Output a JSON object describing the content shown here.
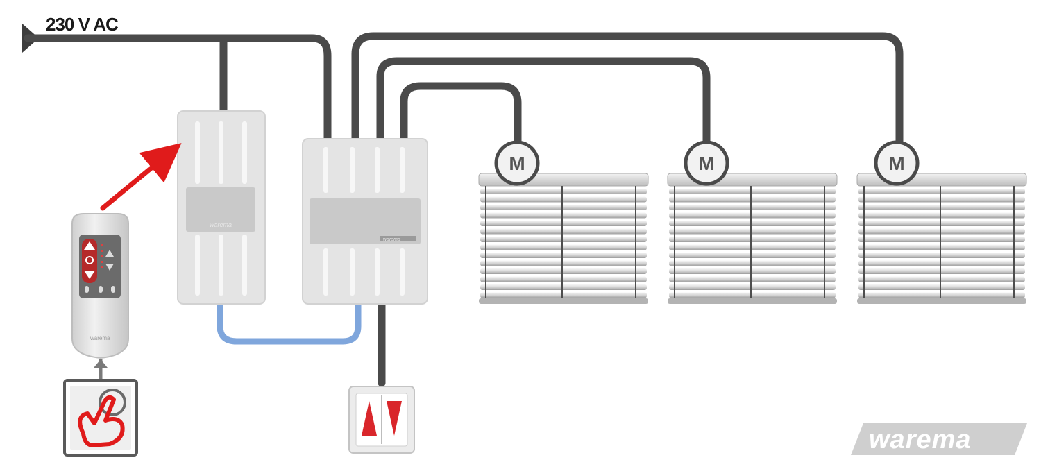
{
  "supply": {
    "label": "230 V AC"
  },
  "motors": [
    {
      "label": "M"
    },
    {
      "label": "M"
    },
    {
      "label": "M"
    }
  ],
  "devices": {
    "receiver": {
      "brand": "warema"
    },
    "controller": {
      "brand": "warema"
    },
    "remote": {
      "brand": "warema"
    }
  },
  "logo": {
    "text": "warema"
  },
  "colors": {
    "cable": "#4a4a4a",
    "bus_cable": "#7fa6dc",
    "radio_arrow": "#e01b1b",
    "device_body": "#e3e3e3",
    "logo_bg": "#cfcfcf",
    "accent_red": "#d9262b"
  }
}
